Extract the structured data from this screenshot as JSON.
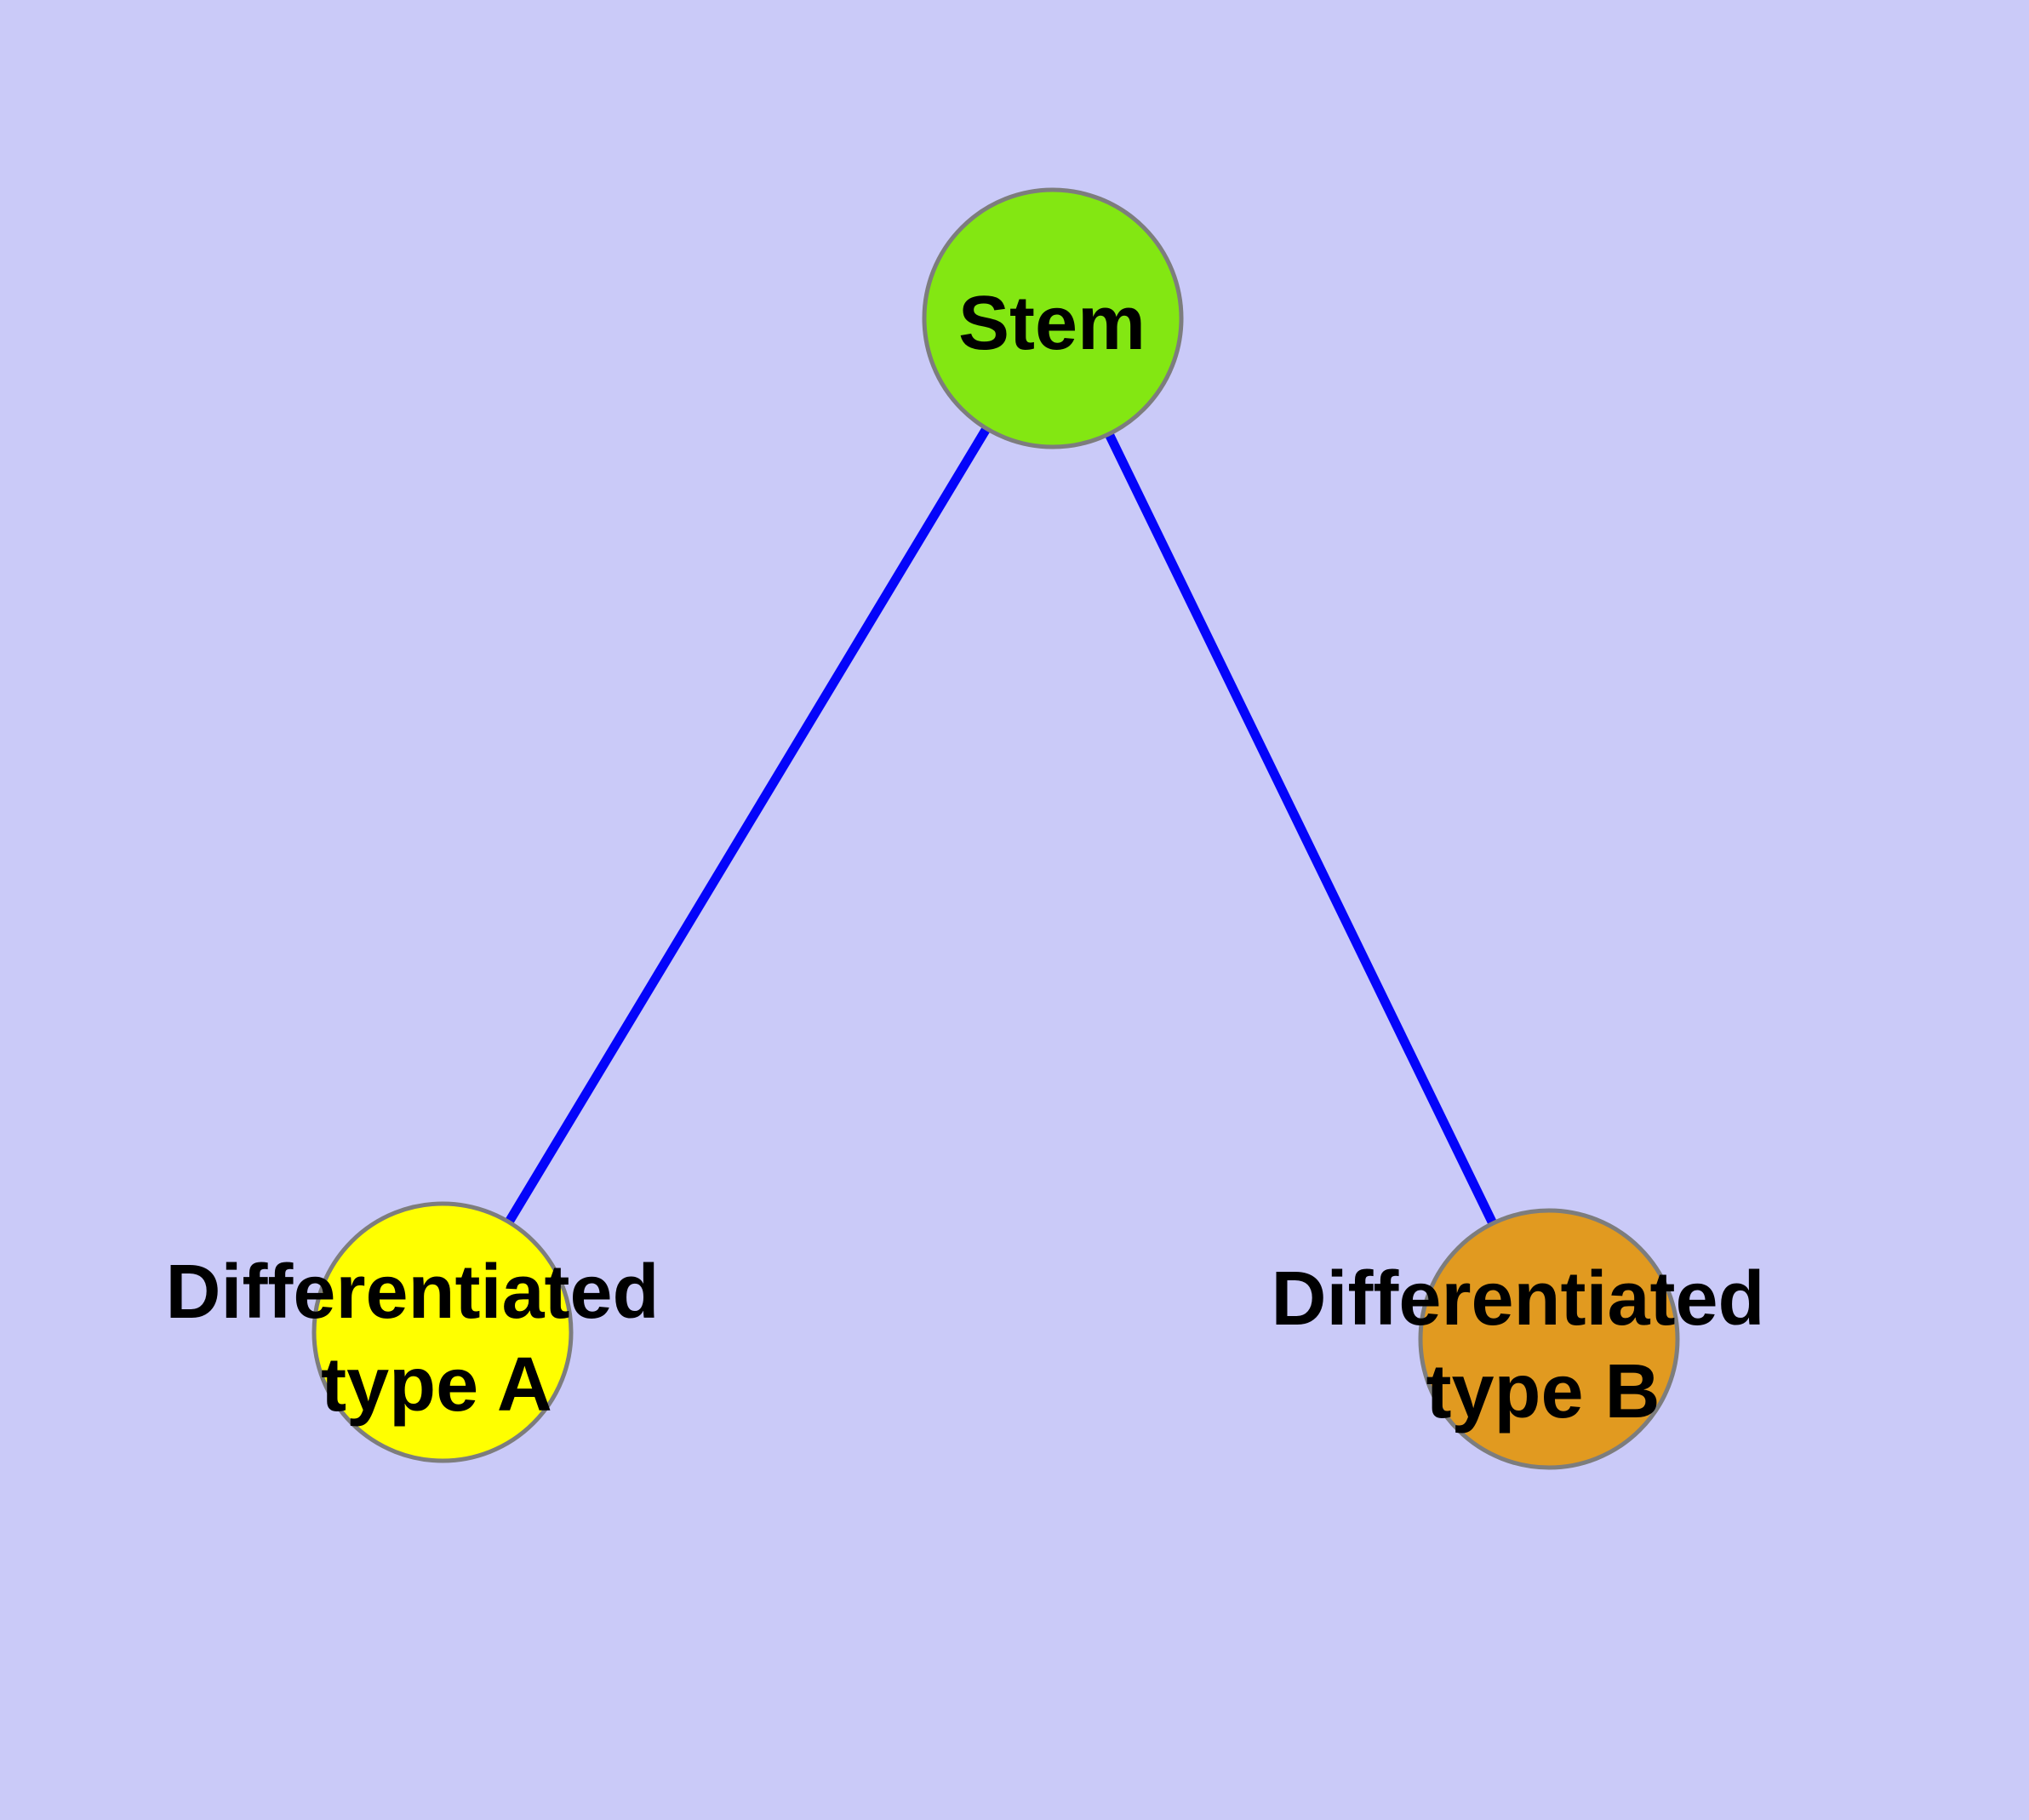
{
  "diagram": {
    "background_color": "#CACAF8",
    "margin_color": "#F2F2F2",
    "edge_color": "#0404FA",
    "node_outline_color": "#7D7D7D",
    "label_color": "#000000",
    "nodes": [
      {
        "id": "stem",
        "label": "Stem",
        "fill": "#83E712"
      },
      {
        "id": "differentiated-type-a",
        "label": "Differentiated type A",
        "label_line1": "Differentiated",
        "label_line2": "type A",
        "fill": "#FFFF00"
      },
      {
        "id": "differentiated-type-b",
        "label": "Differentiated type B",
        "label_line1": "Differentiated",
        "label_line2": "type B",
        "fill": "#E19A20"
      }
    ],
    "edges": [
      {
        "from": "Stem",
        "to": "Differentiated type A"
      },
      {
        "from": "Stem",
        "to": "Differentiated type B"
      }
    ]
  }
}
